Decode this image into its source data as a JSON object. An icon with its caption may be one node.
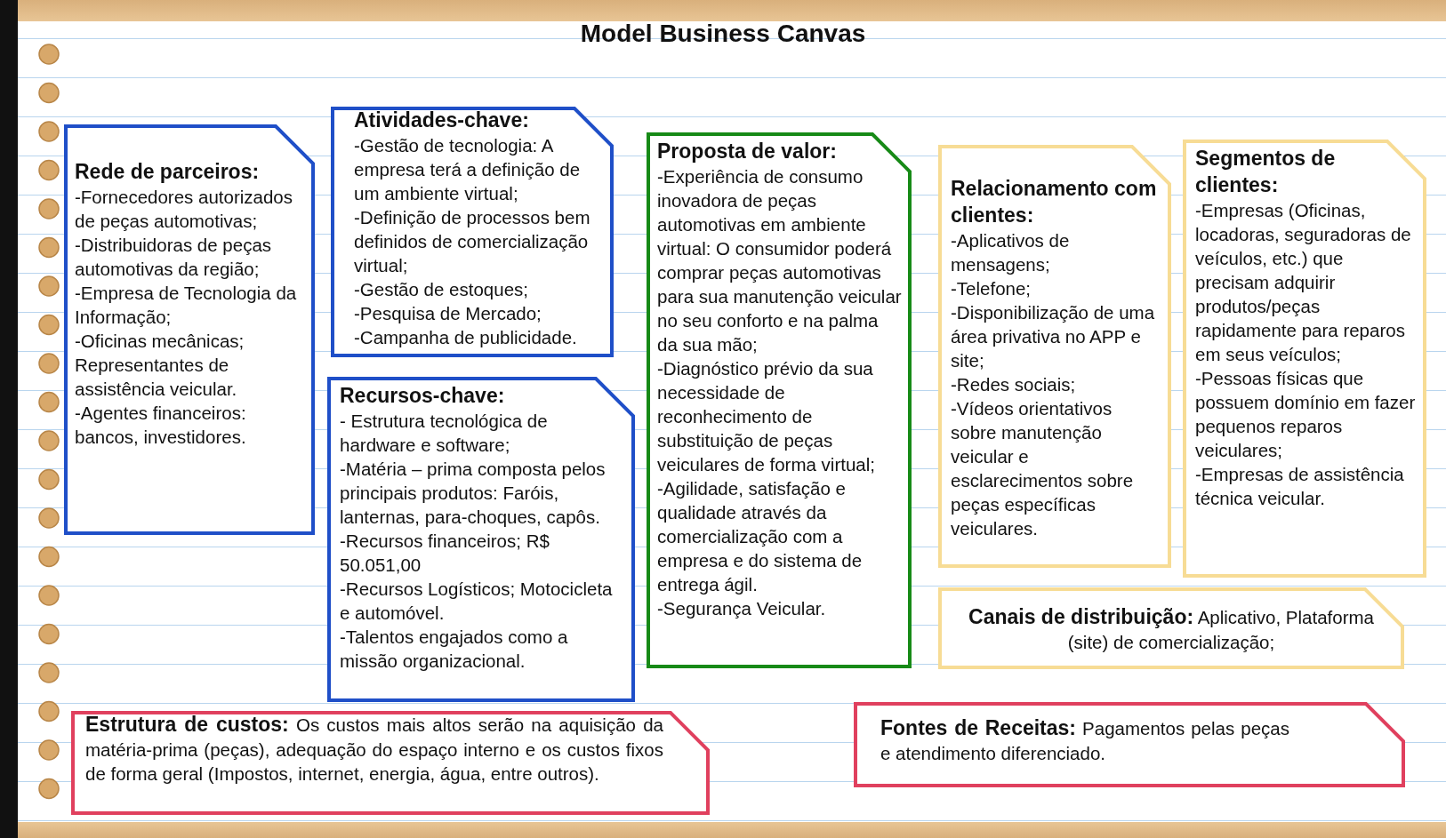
{
  "diagram": {
    "title": "Model Business Canvas",
    "nodes": [
      {
        "text": [
          "Rede de parceiros:",
          "-Fornecedores autorizados de peças automotivas;",
          "-Distribuidoras de peças automotivas da região;",
          "-Empresa de Tecnologia da Informação;",
          "-Oficinas mecânicas; Representantes de assistência veicular.",
          "-Agentes financeiros: bancos, investidores."
        ]
      },
      {
        "text": [
          "Atividades-chave:",
          "-Gestão de tecnologia: A empresa terá a definição de um ambiente virtual;",
          "-Definição de processos bem definidos de comercialização virtual;",
          "-Gestão de estoques;",
          "-Pesquisa de Mercado;",
          "-Campanha de publicidade."
        ]
      },
      {
        "text": [
          "Recursos-chave:",
          "- Estrutura tecnológica de hardware e software;",
          "-Matéria – prima composta pelos principais produtos: Faróis, lanternas, para-choques, capôs.",
          "-Recursos financeiros; R$ 50.051,00",
          "-Recursos Logísticos; Motocicleta e automóvel.",
          "-Talentos engajados como a missão organizacional."
        ]
      },
      {
        "text": [
          "Proposta de valor:",
          "-Experiência de consumo inovadora de peças automotivas em ambiente virtual: O consumidor poderá comprar peças automotivas para sua manutenção veicular no seu conforto e na palma da sua mão;",
          "-Diagnóstico prévio da sua necessidade de reconhecimento de substituição de peças veiculares de forma virtual;",
          "-Agilidade, satisfação e qualidade através da comercialização com a empresa e do sistema de entrega ágil.",
          "-Segurança Veicular."
        ]
      },
      {
        "text": [
          "Relacionamento com clientes:",
          "-Aplicativos de mensagens;",
          "-Telefone;",
          "-Disponibilização de uma área privativa no APP e site;",
          "-Redes sociais;",
          "-Vídeos orientativos sobre manutenção veicular e esclarecimentos sobre peças específicas veiculares."
        ]
      },
      {
        "text": [
          "Segmentos de clientes:",
          "-Empresas (Oficinas, locadoras, seguradoras de veículos, etc.) que precisam adquirir produtos/peças rapidamente para reparos em seus veículos;",
          "-Pessoas físicas que possuem domínio em fazer pequenos reparos veiculares;",
          "-Empresas de assistência técnica veicular."
        ]
      },
      {
        "text": [
          "Canais de distribuição:",
          "Aplicativo, Plataforma (site) de comercialização;"
        ]
      },
      {
        "text": [
          "Estrutura de custos:",
          "Os custos mais altos serão na aquisição da matéria-prima (peças), adequação do espaço interno e os custos fixos de forma geral (Impostos, internet, energia, água, entre outros)."
        ]
      },
      {
        "text": [
          "Fontes de Receitas:",
          "Pagamentos pelas peças e atendimento diferenciado."
        ]
      }
    ]
  }
}
